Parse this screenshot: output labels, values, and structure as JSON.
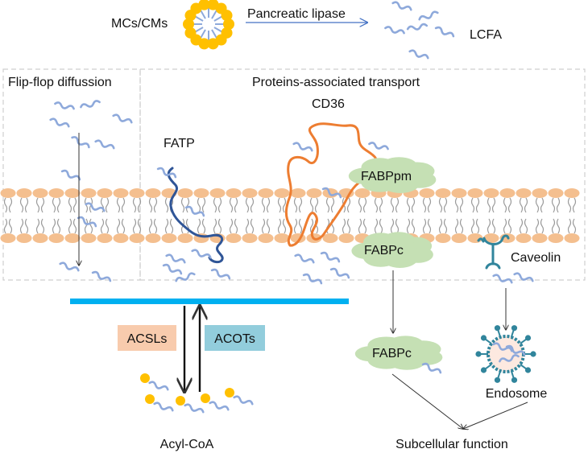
{
  "header": {
    "mcs_label": "MCs/CMs",
    "lipase_label": "Pancreatic lipase",
    "lcfa_label": "LCFA"
  },
  "panels": {
    "flipflop_title": "Flip-flop diffussion",
    "protein_title": "Proteins-associated transport"
  },
  "transporters": {
    "cd36": "CD36",
    "fatp": "FATP",
    "fabppm": "FABPpm",
    "fabpc_membrane": "FABPc",
    "caveolin": "Caveolin",
    "fabpc_cytosol": "FABPc",
    "endosome": "Endosome"
  },
  "enzymes": {
    "acsls": "ACSLs",
    "acots": "ACOTs"
  },
  "products": {
    "acyl_coa": "Acyl-CoA",
    "subcellular": "Subcellular function"
  },
  "colors": {
    "membrane_head": "#f4bf8f",
    "membrane_tail": "#9a9a9a",
    "fatty_acid": "#8ea9db",
    "micelle_head": "#ffc000",
    "fatp": "#2f5597",
    "cd36": "#ed7d31",
    "fabp_cloud": "#c5e0b4",
    "caveolin": "#31859c",
    "inner_bar": "#00b0f0",
    "acsls_box": "#f8cbad",
    "acots_box": "#92cddc",
    "endosome": "#31859c",
    "arrow": "#333333"
  }
}
